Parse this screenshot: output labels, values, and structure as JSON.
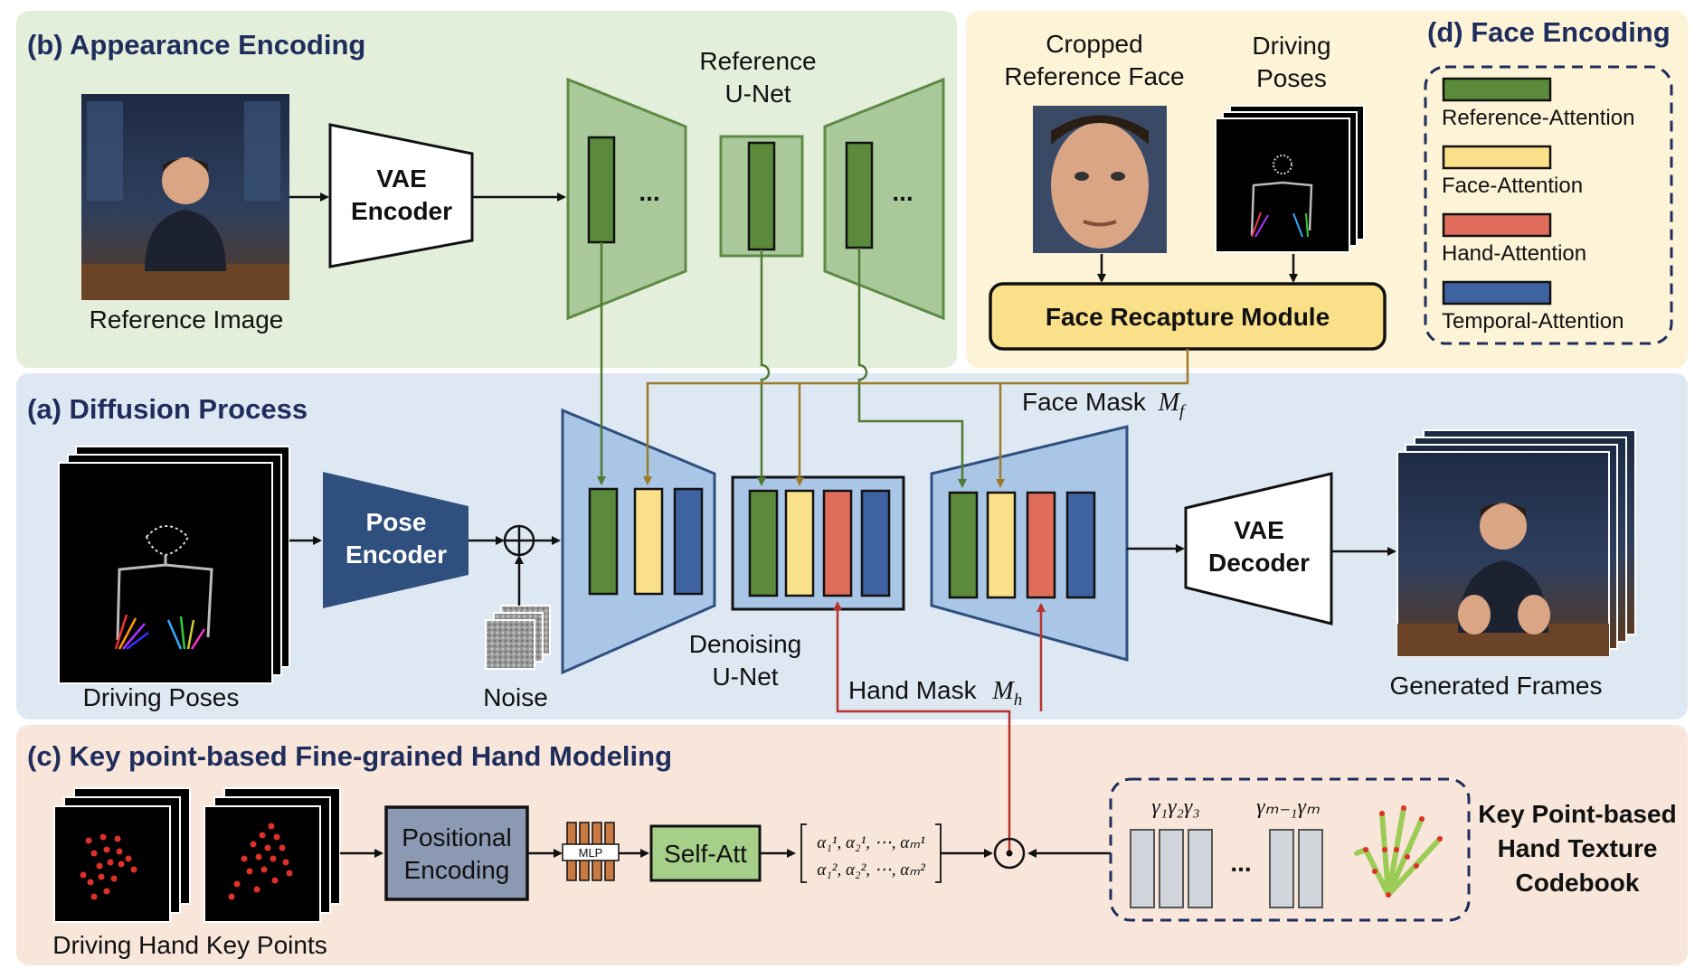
{
  "sections": {
    "appearance": "(b) Appearance Encoding",
    "face_encoding": "(d) Face Encoding",
    "diffusion": "(a) Diffusion Process",
    "hand_modeling": "(c) Key point-based Fine-grained Hand Modeling"
  },
  "appearance": {
    "reference_image_label": "Reference Image",
    "vae_encoder": [
      "VAE",
      "Encoder"
    ],
    "reference_unet": [
      "Reference",
      "U-Net"
    ],
    "ellipsis": "..."
  },
  "face": {
    "cropped_face": [
      "Cropped",
      "Reference Face"
    ],
    "driving_poses": [
      "Driving",
      "Poses"
    ],
    "module": "Face Recapture Module",
    "face_mask": "Face Mask",
    "face_mask_symbol": "M",
    "face_mask_sub": "f"
  },
  "legend": {
    "items": [
      {
        "label": "Reference-Attention",
        "color": "#5a8a3a"
      },
      {
        "label": "Face-Attention",
        "color": "#fbe08a"
      },
      {
        "label": "Hand-Attention",
        "color": "#e06c5c"
      },
      {
        "label": "Temporal-Attention",
        "color": "#3f62a0"
      }
    ]
  },
  "diffusion": {
    "driving_poses": "Driving Poses",
    "pose_encoder": [
      "Pose",
      "Encoder"
    ],
    "noise": "Noise",
    "denoising_unet": [
      "Denoising",
      "U-Net"
    ],
    "hand_mask": "Hand Mask",
    "hand_mask_symbol": "M",
    "hand_mask_sub": "h",
    "vae_decoder": [
      "VAE",
      "Decoder"
    ],
    "generated_frames": "Generated Frames"
  },
  "hand": {
    "driving_key_points": "Driving Hand Key Points",
    "positional_encoding": [
      "Positional",
      "Encoding"
    ],
    "mlp": "MLP",
    "self_att": "Self-Att",
    "matrix_row1": "α₁¹, α₂¹, ⋯, αₘ¹",
    "matrix_row2": "α₁², α₂², ⋯, αₘ²",
    "gammas_left": "γ₁γ₂γ₃",
    "gammas_right": "γₘ₋₁γₘ",
    "codebook_ellipsis": "...",
    "codebook_title": [
      "Key Point-based",
      "Hand Texture",
      "Codebook"
    ]
  },
  "colors": {
    "green_panel": "#e3eedb",
    "yellow_panel": "#fdf3d7",
    "blue_panel": "#dee8f3",
    "peach_panel": "#f8e6da",
    "green_arrow": "#4f7a32",
    "gold_arrow": "#9c7a2a",
    "red_arrow": "#b8332b",
    "pose_encoder": "#2f4f7f",
    "positional": "#8c99b3",
    "self_att": "#a6d08a",
    "mlp": "#c97a43"
  }
}
